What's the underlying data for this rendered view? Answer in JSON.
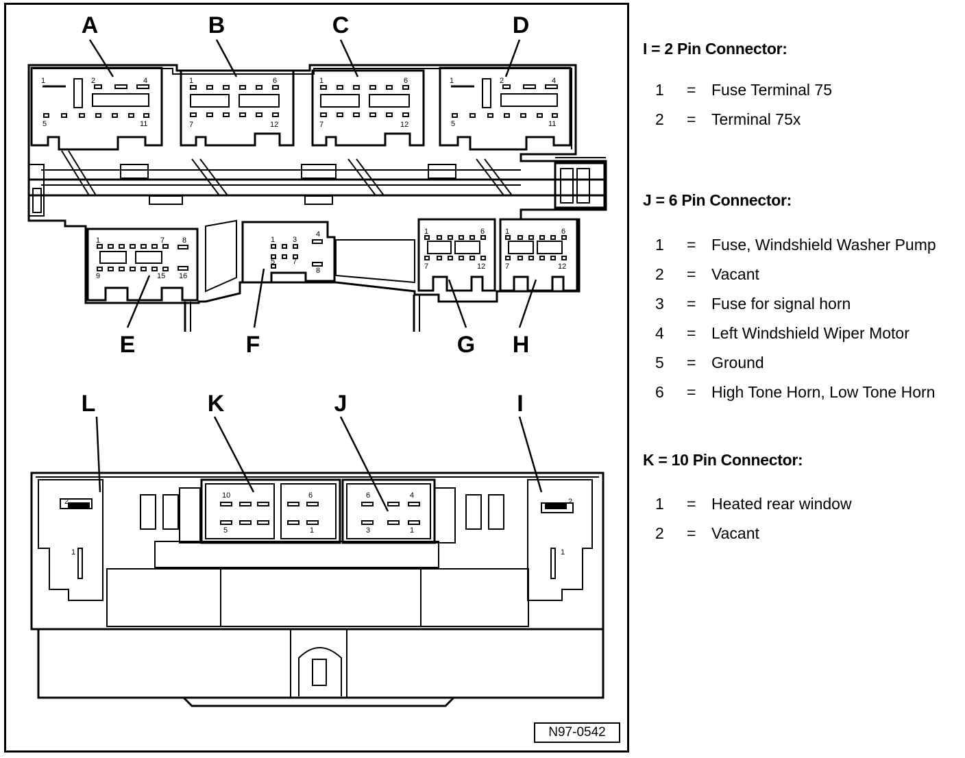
{
  "connectors_top": {
    "A": {
      "label": "A",
      "pins": [
        "1",
        "2",
        "4",
        "5",
        "11"
      ]
    },
    "B": {
      "label": "B",
      "pins": [
        "1",
        "6",
        "7",
        "12"
      ]
    },
    "C": {
      "label": "C",
      "pins": [
        "1",
        "6",
        "7",
        "12"
      ]
    },
    "D": {
      "label": "D",
      "pins": [
        "1",
        "2",
        "4",
        "5",
        "11"
      ]
    },
    "E": {
      "label": "E",
      "pins": [
        "1",
        "7",
        "8",
        "9",
        "15",
        "16"
      ]
    },
    "F": {
      "label": "F",
      "pins": [
        "1",
        "3",
        "4",
        "5",
        "7",
        "8"
      ]
    },
    "G": {
      "label": "G",
      "pins": [
        "1",
        "6",
        "7",
        "12"
      ]
    },
    "H": {
      "label": "H",
      "pins": [
        "1",
        "6",
        "7",
        "12"
      ]
    }
  },
  "connectors_bottom": {
    "L": {
      "label": "L",
      "pins": [
        "2",
        "1"
      ]
    },
    "K": {
      "label": "K",
      "pins": [
        "10",
        "6",
        "5",
        "1"
      ]
    },
    "J": {
      "label": "J",
      "pins": [
        "6",
        "4",
        "3",
        "1"
      ]
    },
    "I": {
      "label": "I",
      "pins": [
        "2",
        "1"
      ]
    }
  },
  "figure_id": "N97-0542",
  "legend": {
    "i": {
      "title": "I = 2 Pin Connector:",
      "rows": [
        {
          "num": "1",
          "eq": "=",
          "desc": "Fuse Terminal 75"
        },
        {
          "num": "2",
          "eq": "=",
          "desc": "Terminal 75x"
        }
      ]
    },
    "j": {
      "title": "J = 6 Pin Connector:",
      "rows": [
        {
          "num": "1",
          "eq": "=",
          "desc": "Fuse, Windshield Washer Pump"
        },
        {
          "num": "2",
          "eq": "=",
          "desc": "Vacant"
        },
        {
          "num": "3",
          "eq": "=",
          "desc": "Fuse for signal horn"
        },
        {
          "num": "4",
          "eq": "=",
          "desc": "Left Windshield Wiper Motor"
        },
        {
          "num": "5",
          "eq": "=",
          "desc": "Ground"
        },
        {
          "num": "6",
          "eq": "=",
          "desc": "High Tone Horn, Low Tone Horn"
        }
      ]
    },
    "k": {
      "title": "K = 10 Pin Connector:",
      "rows": [
        {
          "num": "1",
          "eq": "=",
          "desc": "Heated rear window"
        },
        {
          "num": "2",
          "eq": "=",
          "desc": "Vacant"
        }
      ]
    }
  }
}
